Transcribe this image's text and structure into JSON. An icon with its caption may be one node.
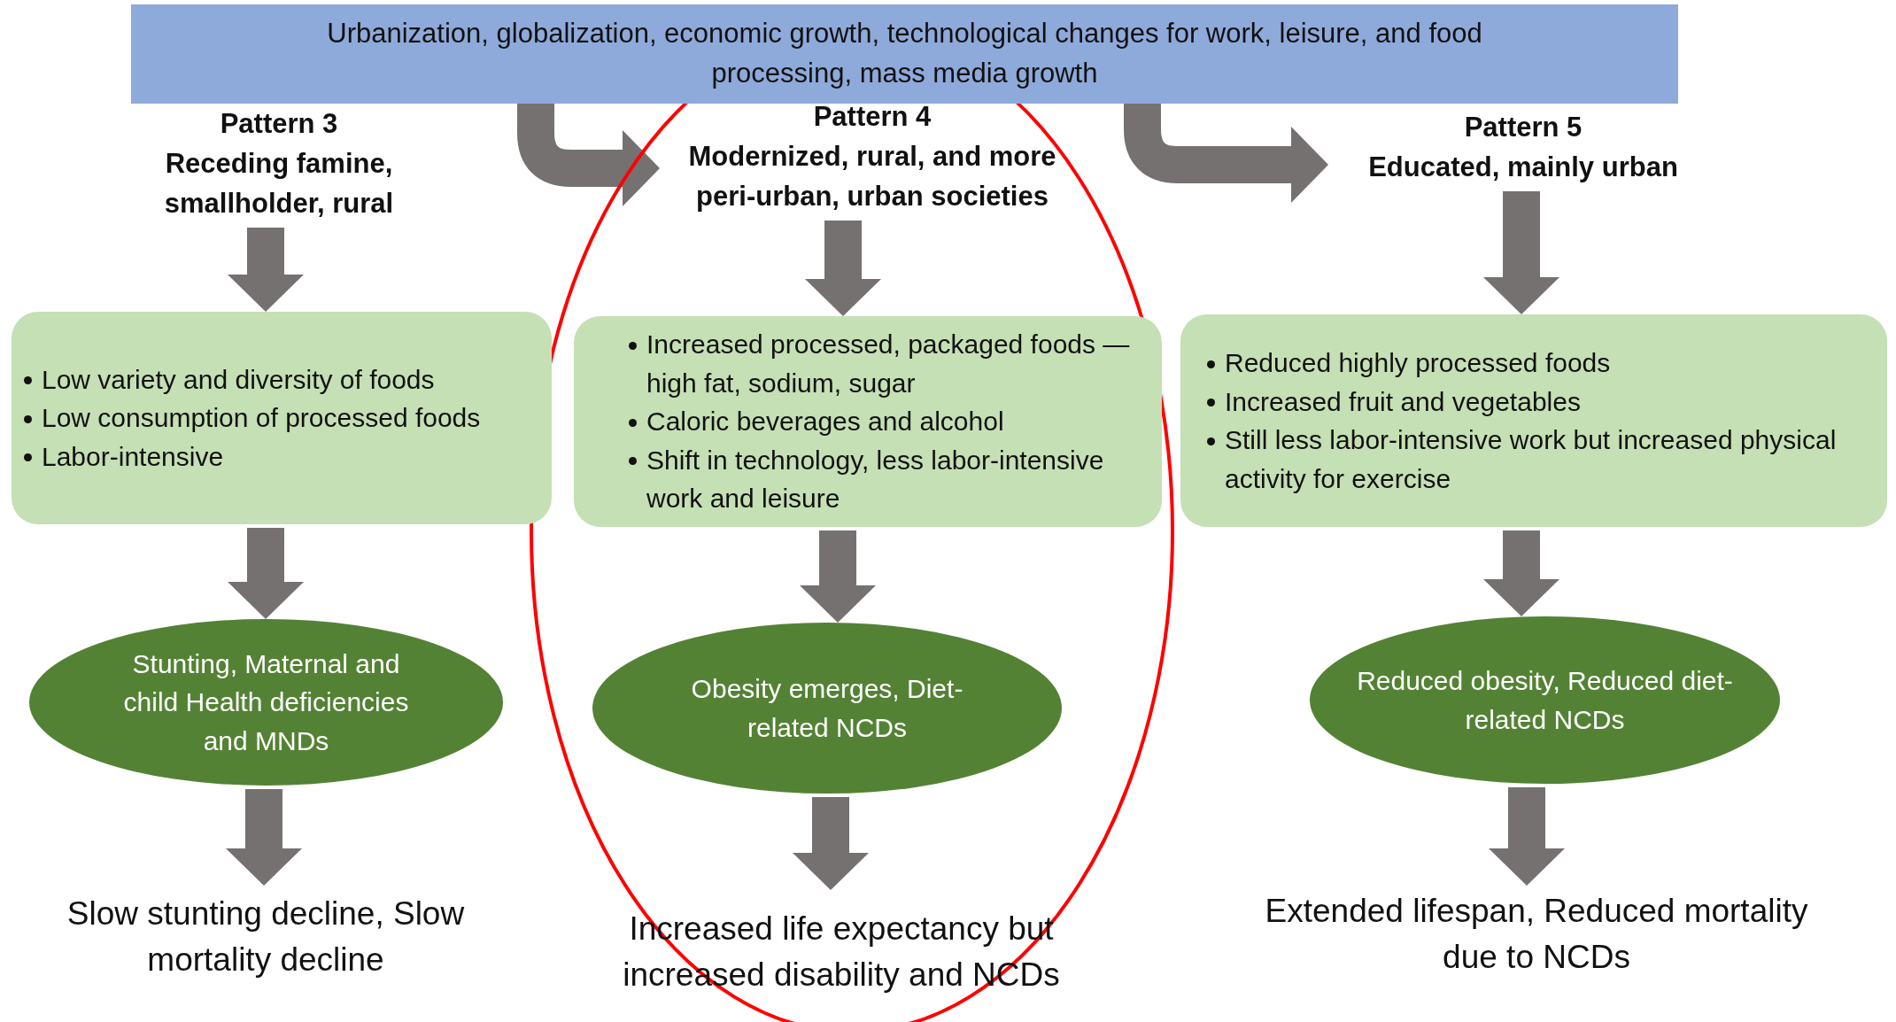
{
  "diagram": {
    "nodes": [
      {
        "text": [
          "Urbanization, globalization, economic growth, technological changes for work, leisure, and food processing, mass media growth"
        ]
      },
      {
        "text": [
          "Pattern 3",
          "Receding famine, smallholder, rural"
        ]
      },
      {
        "text": [
          "Low variety and diversity of foods",
          "Low consumption of processed foods",
          "Labor-intensive"
        ]
      },
      {
        "text": [
          "Stunting, Maternal and child Health deficiencies and MNDs"
        ]
      },
      {
        "text": [
          "Slow stunting decline, Slow mortality decline"
        ]
      },
      {
        "text": [
          "Pattern 4",
          "Modernized, rural, and more peri-urban, urban societies"
        ]
      },
      {
        "text": [
          "Increased processed, packaged foods — high fat, sodium, sugar",
          "Caloric beverages and alcohol",
          "Shift in technology, less labor-intensive work and leisure"
        ]
      },
      {
        "text": [
          "Obesity emerges, Diet-related NCDs"
        ]
      },
      {
        "text": [
          "Increased life expectancy but increased disability and NCDs"
        ]
      },
      {
        "text": [
          "Pattern 5",
          "Educated, mainly urban"
        ]
      },
      {
        "text": [
          "Reduced highly processed foods",
          "Increased  fruit and vegetables",
          "Still less labor-intensive work but increased physical activity for exercise"
        ]
      },
      {
        "text": [
          "Reduced obesity, Reduced diet-related NCDs"
        ]
      },
      {
        "text": [
          "Extended lifespan, Reduced mortality due to NCDs"
        ]
      }
    ],
    "edges": [
      {
        "from": 0,
        "to": 5,
        "arrow": "to"
      },
      {
        "from": 0,
        "to": 9,
        "arrow": "to"
      },
      {
        "from": 1,
        "to": 2,
        "arrow": "to"
      },
      {
        "from": 2,
        "to": 3,
        "arrow": "to"
      },
      {
        "from": 3,
        "to": 4,
        "arrow": "to"
      },
      {
        "from": 5,
        "to": 6,
        "arrow": "to"
      },
      {
        "from": 6,
        "to": 7,
        "arrow": "to"
      },
      {
        "from": 7,
        "to": 8,
        "arrow": "to"
      },
      {
        "from": 9,
        "to": 10,
        "arrow": "to"
      },
      {
        "from": 10,
        "to": 11,
        "arrow": "to"
      },
      {
        "from": 11,
        "to": 12,
        "arrow": "to"
      }
    ]
  }
}
